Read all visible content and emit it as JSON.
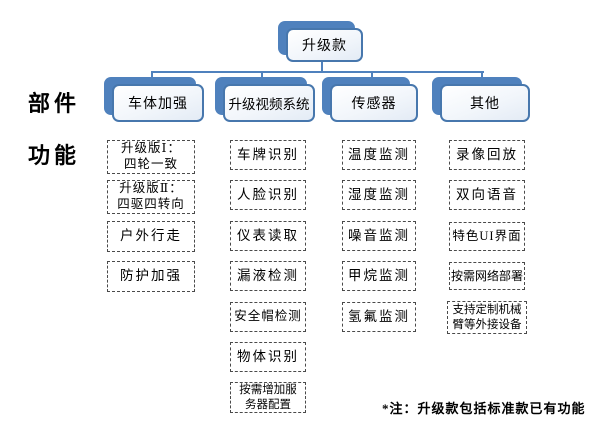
{
  "colors": {
    "node_blue": "#4f81bd",
    "node_border": "#4777ad",
    "node_fill": "#e3ebf5",
    "connector": "#4f81bd",
    "dashed_border": "#4a4a4a",
    "text": "#000000",
    "background": "#ffffff"
  },
  "side_labels": {
    "parts": "部件",
    "functions": "功能"
  },
  "root": {
    "label": "升级款"
  },
  "branches": [
    {
      "label": "车体加强",
      "items": [
        [
          "升级版Ⅰ：",
          "四轮一致"
        ],
        [
          "升级版Ⅱ：",
          "四驱四转向"
        ],
        [
          "户外行走"
        ],
        [
          "防护加强"
        ]
      ]
    },
    {
      "label": "升级视频系统",
      "items": [
        [
          "车牌识别"
        ],
        [
          "人脸识别"
        ],
        [
          "仪表读取"
        ],
        [
          "漏液检测"
        ],
        [
          "安全帽检测"
        ],
        [
          "物体识别"
        ],
        [
          "按需增加服",
          "务器配置"
        ]
      ]
    },
    {
      "label": "传感器",
      "items": [
        [
          "温度监测"
        ],
        [
          "湿度监测"
        ],
        [
          "噪音监测"
        ],
        [
          "甲烷监测"
        ],
        [
          "氢氟监测"
        ]
      ]
    },
    {
      "label": "其他",
      "items": [
        [
          "录像回放"
        ],
        [
          "双向语音"
        ],
        [
          "特色UI界面"
        ],
        [
          "按需网络部署"
        ],
        [
          "支持定制机械",
          "臂等外接设备"
        ]
      ]
    }
  ],
  "footnote": "*注：升级款包括标准款已有功能"
}
